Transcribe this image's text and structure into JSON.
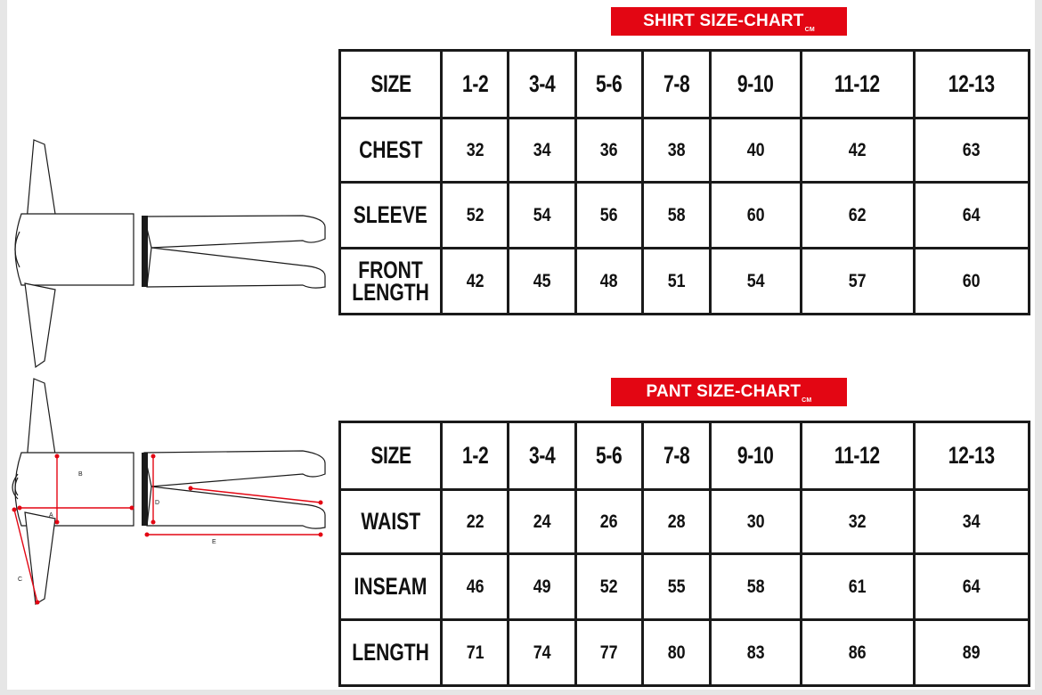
{
  "shirt_chart": {
    "title": "SHIRT SIZE-CHART",
    "unit": "CM",
    "columns": [
      "SIZE",
      "1-2",
      "3-4",
      "5-6",
      "7-8",
      "9-10",
      "11-12",
      "12-13"
    ],
    "rows": [
      {
        "label": "CHEST",
        "values": [
          "32",
          "34",
          "36",
          "38",
          "40",
          "42",
          "63"
        ]
      },
      {
        "label": "SLEEVE",
        "values": [
          "52",
          "54",
          "56",
          "58",
          "60",
          "62",
          "64"
        ]
      },
      {
        "label_line1": "FRONT",
        "label_line2": "LENGTH",
        "values": [
          "42",
          "45",
          "48",
          "51",
          "54",
          "57",
          "60"
        ]
      }
    ]
  },
  "pant_chart": {
    "title": "PANT SIZE-CHART",
    "unit": "CM",
    "columns": [
      "SIZE",
      "1-2",
      "3-4",
      "5-6",
      "7-8",
      "9-10",
      "11-12",
      "12-13"
    ],
    "rows": [
      {
        "label": "WAIST",
        "values": [
          "22",
          "24",
          "26",
          "28",
          "30",
          "32",
          "34"
        ]
      },
      {
        "label": "INSEAM",
        "values": [
          "46",
          "49",
          "52",
          "55",
          "58",
          "61",
          "64"
        ]
      },
      {
        "label": "LENGTH",
        "values": [
          "71",
          "74",
          "77",
          "80",
          "83",
          "86",
          "89"
        ]
      }
    ]
  },
  "diagram_labels": {
    "a": "A",
    "b": "B",
    "c": "C",
    "d": "D",
    "e": "E"
  },
  "colors": {
    "banner": "#e30613",
    "grid": "#1a1a1a",
    "arrow": "#e30613"
  }
}
